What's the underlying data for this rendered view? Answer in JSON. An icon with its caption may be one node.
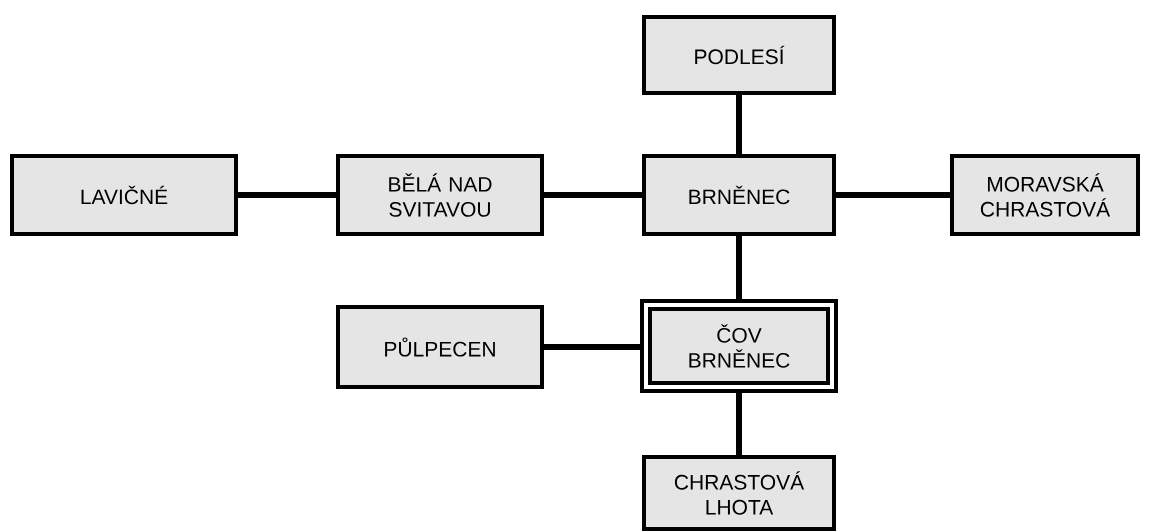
{
  "diagram": {
    "nodes": [
      {
        "text": [
          "PODLESÍ"
        ]
      },
      {
        "text": [
          "LAVIČNÉ"
        ]
      },
      {
        "text": [
          "BĚLÁ NAD SVITAVOU"
        ]
      },
      {
        "text": [
          "BRNĚNEC"
        ]
      },
      {
        "text": [
          "MORAVSKÁ CHRASTOVÁ"
        ]
      },
      {
        "text": [
          "PŮLPECEN"
        ]
      },
      {
        "text": [
          "ČOV BRNĚNEC"
        ]
      },
      {
        "text": [
          "CHRASTOVÁ LHOTA"
        ]
      }
    ],
    "edges": [
      {
        "from": 0,
        "to": 3,
        "arrow": "none"
      },
      {
        "from": 1,
        "to": 2,
        "arrow": "none"
      },
      {
        "from": 2,
        "to": 3,
        "arrow": "none"
      },
      {
        "from": 3,
        "to": 4,
        "arrow": "none"
      },
      {
        "from": 3,
        "to": 6,
        "arrow": "none"
      },
      {
        "from": 5,
        "to": 6,
        "arrow": "none"
      },
      {
        "from": 6,
        "to": 7,
        "arrow": "none"
      }
    ]
  }
}
